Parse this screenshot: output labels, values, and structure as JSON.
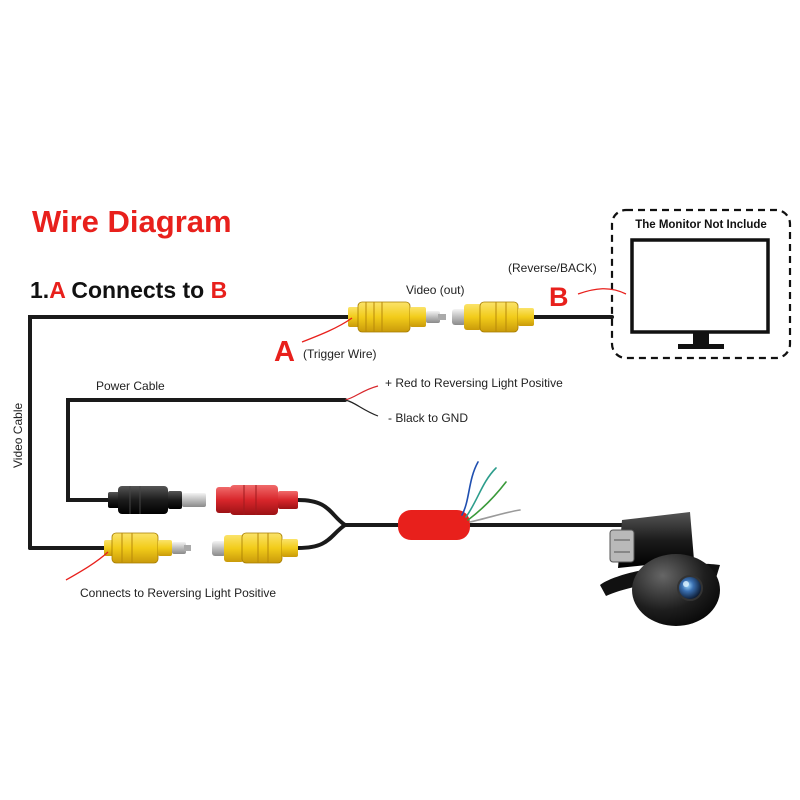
{
  "title": "Wire Diagram",
  "subtitle": {
    "prefix": "1.",
    "a": "A",
    "middle": " Connects to ",
    "b": "B"
  },
  "monitor": {
    "caption": "The Monitor Not Include"
  },
  "labels": {
    "video_out": "Video (out)",
    "reverse_back": "(Reverse/BACK)",
    "point_b": "B",
    "point_a": "A",
    "trigger_wire": "(Trigger Wire)",
    "power_cable": "Power Cable",
    "red_wire": "+ Red to Reversing Light Positive",
    "black_wire": "- Black to GND",
    "video_cable": "Video Cable",
    "reversing_positive": "Connects to Reversing Light Positive"
  },
  "colors": {
    "accent_red": "#e8201c",
    "rca_yellow": "#f2cc1a",
    "cable": "#1a1a1a",
    "plug_red": "#d8262b"
  }
}
